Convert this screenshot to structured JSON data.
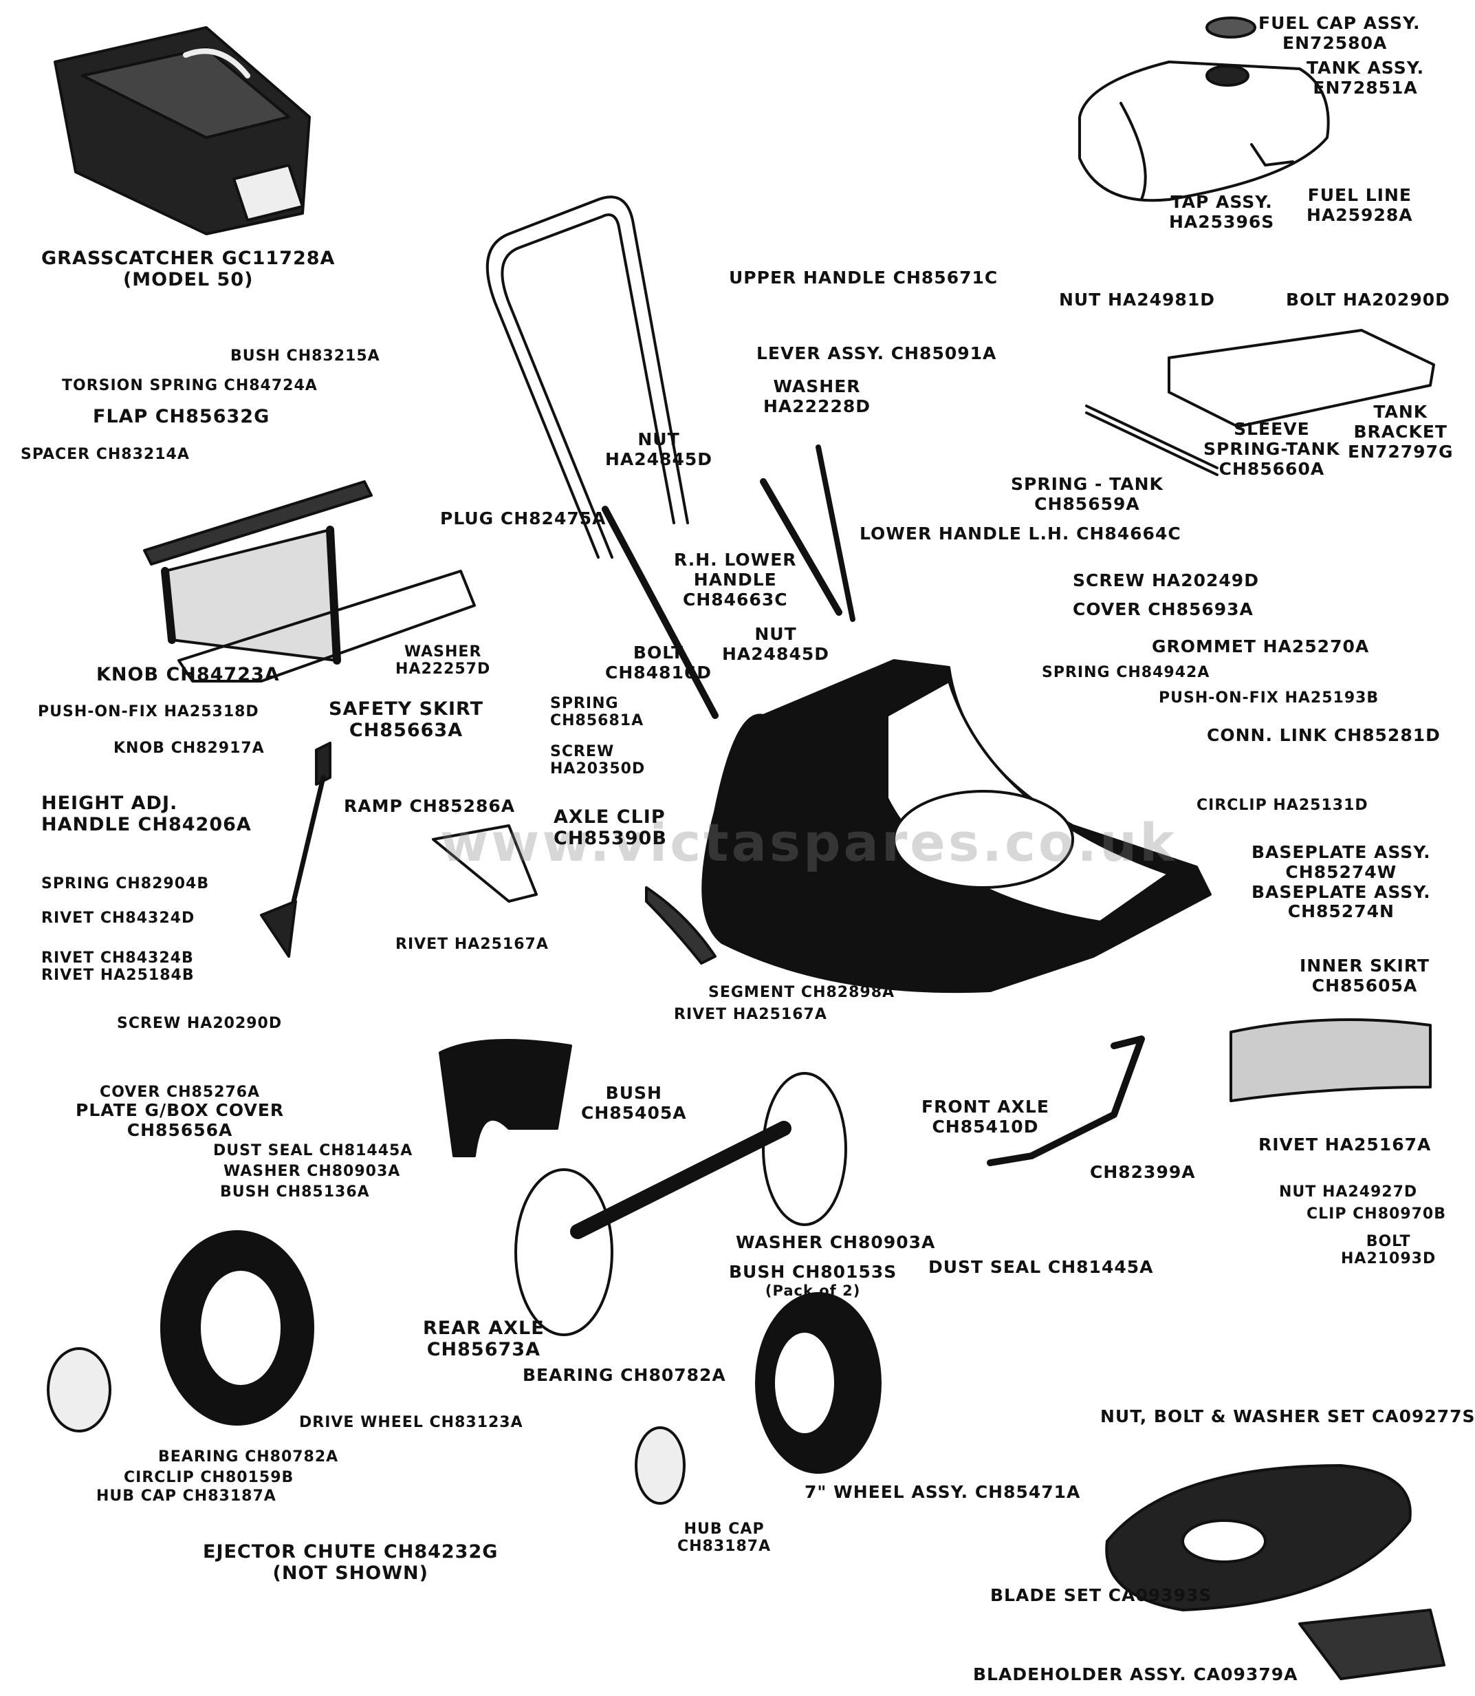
{
  "watermark": "www.victaspares.co.uk",
  "labels": {
    "fuel_cap": [
      "FUEL CAP ASSY.",
      "EN72580A"
    ],
    "tank": [
      "TANK ASSY.",
      "EN72851A"
    ],
    "tap": [
      "TAP ASSY.",
      "HA25396S"
    ],
    "fuel_line": [
      "FUEL LINE",
      "HA25928A"
    ],
    "grasscatcher": [
      "GRASSCATCHER GC11728A",
      "(MODEL 50)"
    ],
    "upper_handle": "UPPER HANDLE CH85671C",
    "nut_top": "NUT HA24981D",
    "bolt_top": "BOLT HA20290D",
    "lever": "LEVER ASSY. CH85091A",
    "washer_lever": [
      "WASHER",
      "HA22228D"
    ],
    "bush_flap": "BUSH CH83215A",
    "torsion": "TORSION SPRING CH84724A",
    "flap": "FLAP CH85632G",
    "spacer": "SPACER CH83214A",
    "nut_handle": [
      "NUT",
      "HA24845D"
    ],
    "sleeve": [
      "SLEEVE",
      "SPRING-TANK",
      "CH85660A"
    ],
    "tank_bracket": [
      "TANK",
      "BRACKET",
      "EN72797G"
    ],
    "spring_tank": [
      "SPRING - TANK",
      "CH85659A"
    ],
    "plug": "PLUG CH82475A",
    "lower_lh": "LOWER HANDLE L.H. CH84664C",
    "rh_lower": [
      "R.H. LOWER",
      "HANDLE",
      "CH84663C"
    ],
    "screw_cover": "SCREW HA20249D",
    "cover_top": "COVER CH85693A",
    "bolt_handle": [
      "BOLT",
      "CH84816D"
    ],
    "nut_handle2": [
      "NUT",
      "HA24845D"
    ],
    "grommet": "GROMMET HA25270A",
    "knob_flap": "KNOB CH84723A",
    "washer_spring": [
      "WASHER",
      "HA22257D"
    ],
    "spring_height": [
      "SPRING",
      "CH85681A"
    ],
    "spring_link": "SPRING CH84942A",
    "push_fix_right": "PUSH-ON-FIX HA25193B",
    "push_fix_left": "PUSH-ON-FIX HA25318D",
    "safety_skirt": [
      "SAFETY SKIRT",
      "CH85663A"
    ],
    "conn_link": "CONN. LINK CH85281D",
    "knob_height": "KNOB CH82917A",
    "screw_spring": [
      "SCREW",
      "HA20350D"
    ],
    "height_adj": [
      "HEIGHT ADJ.",
      "HANDLE CH84206A"
    ],
    "ramp": "RAMP CH85286A",
    "axle_clip": [
      "AXLE CLIP",
      "CH85390B"
    ],
    "circlip_link": "CIRCLIP HA25131D",
    "baseplate": [
      "BASEPLATE ASSY.",
      "CH85274W",
      "BASEPLATE ASSY.",
      "CH85274N"
    ],
    "spring_handle": "SPRING CH82904B",
    "rivet1": "RIVET CH84324D",
    "rivet2": "RIVET CH84324B",
    "rivet3": "RIVET HA25184B",
    "rivet_ramp": "RIVET HA25167A",
    "segment": "SEGMENT CH82898A",
    "rivet_segment": "RIVET HA25167A",
    "inner_skirt": [
      "INNER SKIRT",
      "CH85605A"
    ],
    "screw_bottom": "SCREW HA20290D",
    "cover_gbox": [
      "COVER CH85276A",
      "PLATE G/BOX COVER",
      "CH85656A"
    ],
    "bush_axle": [
      "BUSH",
      "CH85405A"
    ],
    "front_axle": [
      "FRONT AXLE",
      "CH85410D"
    ],
    "ch82399": "CH82399A",
    "rivet_skirt": "RIVET HA25167A",
    "dust_seal_left": "DUST SEAL CH81445A",
    "washer_left": "WASHER CH80903A",
    "bush_left": "BUSH CH85136A",
    "nut_clip": "NUT HA24927D",
    "clip": "CLIP CH80970B",
    "bolt_clip": [
      "BOLT",
      "HA21093D"
    ],
    "washer_right": "WASHER CH80903A",
    "bush_right": [
      "BUSH CH80153S",
      "(Pack of 2)"
    ],
    "dust_seal_right": "DUST SEAL CH81445A",
    "rear_axle": [
      "REAR AXLE",
      "CH85673A"
    ],
    "bearing_right": "BEARING CH80782A",
    "drive_wheel": "DRIVE WHEEL CH83123A",
    "bearing_left": "BEARING CH80782A",
    "circlip_left": "CIRCLIP CH80159B",
    "hub_cap_left": "HUB CAP CH83187A",
    "nut_bolt_set": "NUT, BOLT & WASHER SET CA09277S",
    "wheel_assy": "7\" WHEEL ASSY. CH85471A",
    "hub_cap_right": [
      "HUB CAP",
      "CH83187A"
    ],
    "ejector": [
      "EJECTOR CHUTE CH84232G",
      "(NOT SHOWN)"
    ],
    "blade_set": "BLADE SET CA09393S",
    "bladeholder": "BLADEHOLDER ASSY. CA09379A"
  }
}
